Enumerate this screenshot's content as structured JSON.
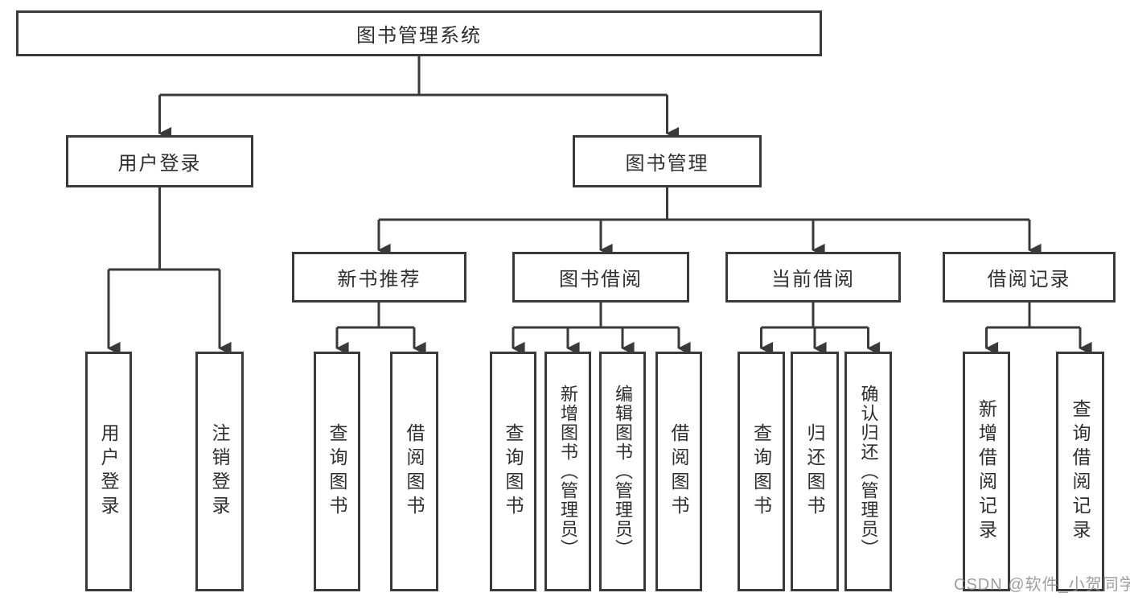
{
  "diagram": {
    "root": {
      "label": "图书管理系统"
    },
    "level2": [
      {
        "label": "用户登录"
      },
      {
        "label": "图书管理"
      }
    ],
    "level3": [
      {
        "label": "新书推荐",
        "parent": "图书管理"
      },
      {
        "label": "图书借阅",
        "parent": "图书管理"
      },
      {
        "label": "当前借阅",
        "parent": "图书管理"
      },
      {
        "label": "借阅记录",
        "parent": "图书管理"
      }
    ],
    "leaves": [
      {
        "label": "用户登录",
        "parent": "用户登录"
      },
      {
        "label": "注销登录",
        "parent": "用户登录"
      },
      {
        "label": "查询图书",
        "parent": "新书推荐"
      },
      {
        "label": "借阅图书",
        "parent": "新书推荐"
      },
      {
        "label": "查询图书",
        "parent": "图书借阅"
      },
      {
        "label": "新增图书（管理员）",
        "parent": "图书借阅"
      },
      {
        "label": "编辑图书（管理员）",
        "parent": "图书借阅"
      },
      {
        "label": "借阅图书",
        "parent": "图书借阅"
      },
      {
        "label": "查询图书",
        "parent": "当前借阅"
      },
      {
        "label": "归还图书",
        "parent": "当前借阅"
      },
      {
        "label": "确认归还（管理员）",
        "parent": "当前借阅"
      },
      {
        "label": "新增借阅记录",
        "parent": "借阅记录"
      },
      {
        "label": "查询借阅记录",
        "parent": "借阅记录"
      }
    ],
    "colors": {
      "box_border": "#3a3a3a",
      "connector": "#3a3a3a",
      "text": "#2e2e2e",
      "background": "#ffffff"
    }
  },
  "watermark": {
    "text": "CSDN @软件_小贺同学",
    "color": "#8c8c8c"
  }
}
